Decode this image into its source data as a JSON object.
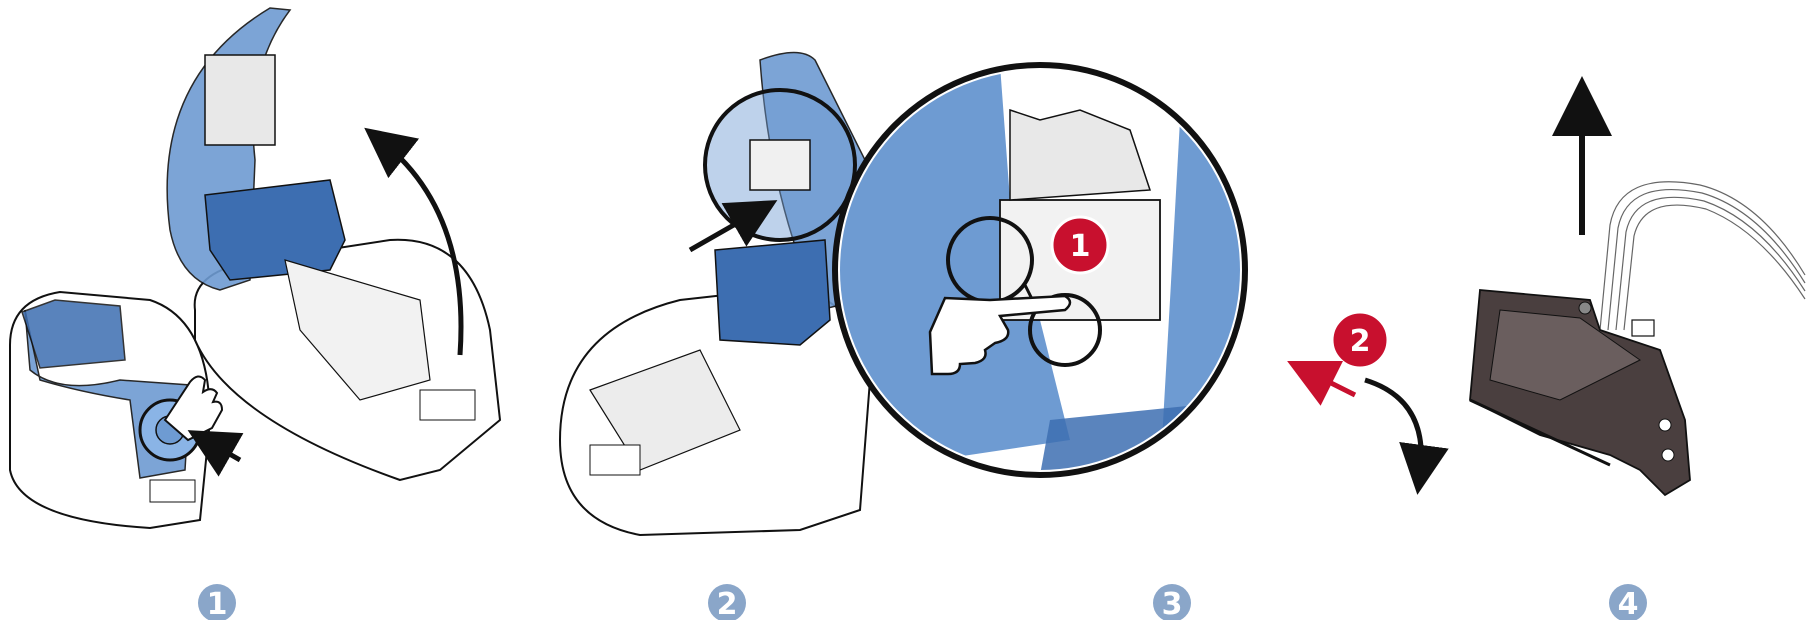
{
  "steps": [
    {
      "number": "1"
    },
    {
      "number": "2"
    },
    {
      "number": "3"
    },
    {
      "number": "4"
    }
  ],
  "callouts": [
    {
      "number": "1"
    },
    {
      "number": "2"
    }
  ],
  "colors": {
    "printer_blue": "#6e9bd2",
    "printer_blue_dark": "#3d6eb1",
    "outline": "#111111",
    "step_badge": "#8aa6c9",
    "callout_red": "#c8102e",
    "printhead_dark": "#4a3f3f",
    "printer_body": "#ffffff"
  },
  "icons": [
    "press-button-hand-icon",
    "open-arrow-icon",
    "pointing-hand-icon",
    "release-arrow-icon",
    "lift-up-arrow-icon"
  ]
}
